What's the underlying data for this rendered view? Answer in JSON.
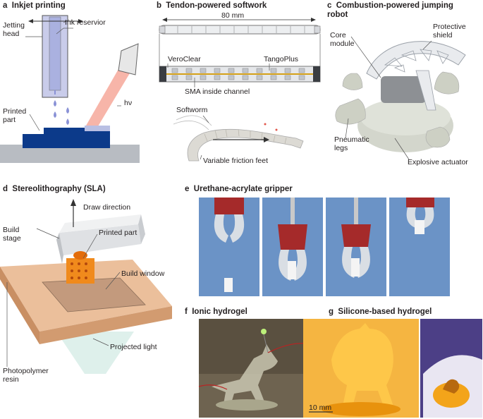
{
  "panels": {
    "a": {
      "letter": "a",
      "title": "Inkjet printing",
      "labels": {
        "jetting_head": "Jetting\nhead",
        "ink_reservoir": "Ink reservior",
        "hv": "hν",
        "printed_part": "Printed\npart"
      }
    },
    "b": {
      "letter": "b",
      "title": "Tendon-powered softwork",
      "labels": {
        "dimension": "80 mm",
        "veroclear": "VeroClear",
        "tangoplus": "TangoPlus",
        "sma": "SMA inside channel",
        "softworm": "Softworm",
        "feet": "Variable friction feet"
      }
    },
    "c": {
      "letter": "c",
      "title": "Combustion-powered jumping\nrobot",
      "labels": {
        "core": "Core\nmodule",
        "shield": "Protective\nshield",
        "legs": "Pneumatic\nlegs",
        "actuator": "Explosive actuator"
      }
    },
    "d": {
      "letter": "d",
      "title": "Stereolithography (SLA)",
      "labels": {
        "draw": "Draw direction",
        "build_stage": "Build\nstage",
        "printed_part": "Printed part",
        "build_window": "Build window",
        "projected_light": "Projected light",
        "resin": "Photopolymer\nresin"
      }
    },
    "e": {
      "letter": "e",
      "title": "Urethane-acrylate gripper"
    },
    "f": {
      "letter": "f",
      "title": "Ionic hydrogel"
    },
    "g": {
      "letter": "g",
      "title": "Silicone-based hydrogel",
      "labels": {
        "scale": "10 mm"
      }
    }
  },
  "colors": {
    "navy": "#0c3a8a",
    "lavender": "#b9bfe3",
    "ray": "#f6a89a",
    "resin": "#e8b48a",
    "orange": "#f08a1c",
    "gripper_red": "#a52a2a",
    "gripper_bg": "#6b93c6",
    "hydrogel_amber": "#f3a41a"
  }
}
